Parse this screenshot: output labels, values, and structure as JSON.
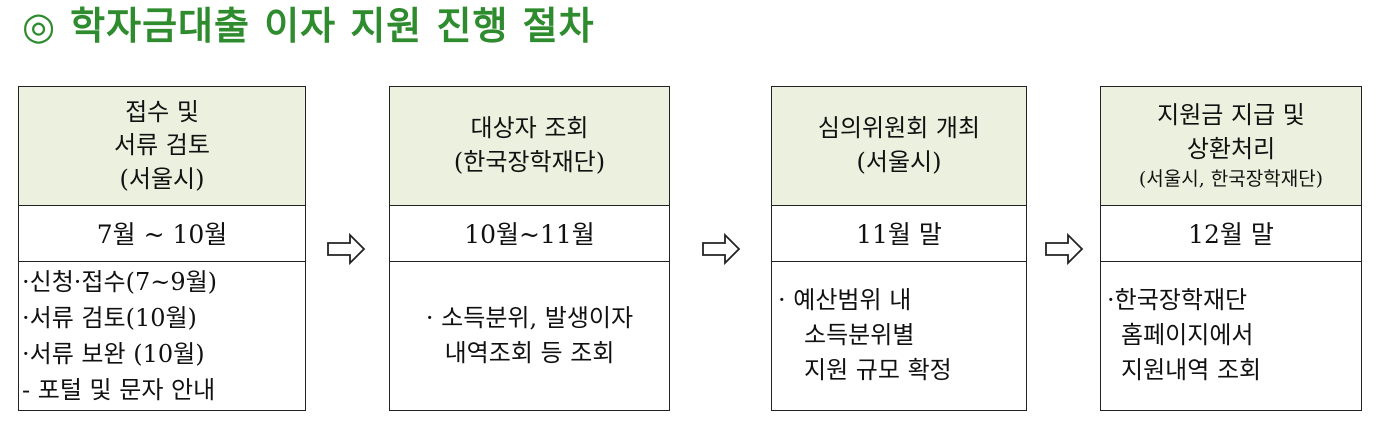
{
  "title": {
    "mark": "◎",
    "text": "학자금대출 이자 지원 진행 절차"
  },
  "steps": [
    {
      "head": [
        "접수 및",
        "서류 검토",
        "(서울시)"
      ],
      "period": "7월 ~ 10월",
      "details": [
        "·신청·접수(7~9월)",
        "·서류 검토(10월)",
        "·서류 보완 (10월)",
        "- 포털 및 문자 안내"
      ]
    },
    {
      "head": [
        "대상자 조회",
        "(한국장학재단)"
      ],
      "period": "10월~11월",
      "details": [
        "· 소득분위, 발생이자",
        "내역조회 등 조회"
      ]
    },
    {
      "head": [
        "심의위원회 개최",
        "(서울시)"
      ],
      "period": "11월 말",
      "details": [
        "· 예산범위 내",
        "소득분위별",
        "지원 규모 확정"
      ]
    },
    {
      "head": [
        "지원금 지급 및",
        "상환처리",
        "(서울시, 한국장학재단)"
      ],
      "period": "12월 말",
      "details": [
        "·한국장학재단",
        "홈페이지에서",
        "지원내역 조회"
      ]
    }
  ],
  "colors": {
    "title": "#2e8b2e",
    "header_fill": "#ebf1de",
    "border": "#222222"
  },
  "icons": [
    "right-arrow-icon",
    "right-arrow-icon",
    "right-arrow-icon"
  ]
}
